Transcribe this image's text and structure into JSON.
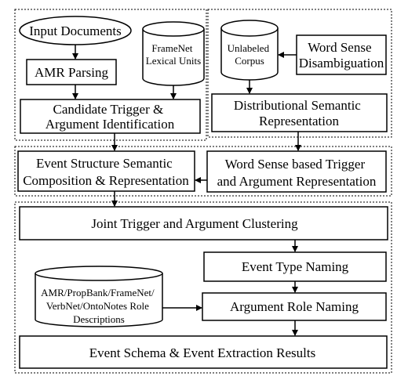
{
  "nodes": {
    "input_documents": {
      "lines": [
        "Input Documents"
      ]
    },
    "amr_parsing": {
      "lines": [
        "AMR Parsing"
      ]
    },
    "framenet_lexical_units": {
      "lines": [
        "FrameNet",
        "Lexical Units"
      ]
    },
    "candidate_trigger": {
      "lines": [
        "Candidate Trigger &",
        "Argument Identification"
      ]
    },
    "unlabeled_corpus": {
      "lines": [
        "Unlabeled",
        "Corpus"
      ]
    },
    "word_sense_disambiguation": {
      "lines": [
        "Word Sense",
        "Disambiguation"
      ]
    },
    "distributional_semantic": {
      "lines": [
        "Distributional Semantic",
        "Representation"
      ]
    },
    "event_structure": {
      "lines": [
        "Event Structure Semantic",
        "Composition & Representation"
      ]
    },
    "word_sense_trigger": {
      "lines": [
        "Word Sense based Trigger",
        "and Argument Representation"
      ]
    },
    "joint_clustering": {
      "lines": [
        "Joint Trigger and Argument Clustering"
      ]
    },
    "event_type_naming": {
      "lines": [
        "Event Type Naming"
      ]
    },
    "role_descriptions": {
      "lines": [
        "AMR/PropBank/FrameNet/",
        "VerbNet/OntoNotes Role",
        "Descriptions"
      ]
    },
    "argument_role_naming": {
      "lines": [
        "Argument Role Naming"
      ]
    },
    "event_schema": {
      "lines": [
        "Event Schema & Event Extraction Results"
      ]
    }
  }
}
